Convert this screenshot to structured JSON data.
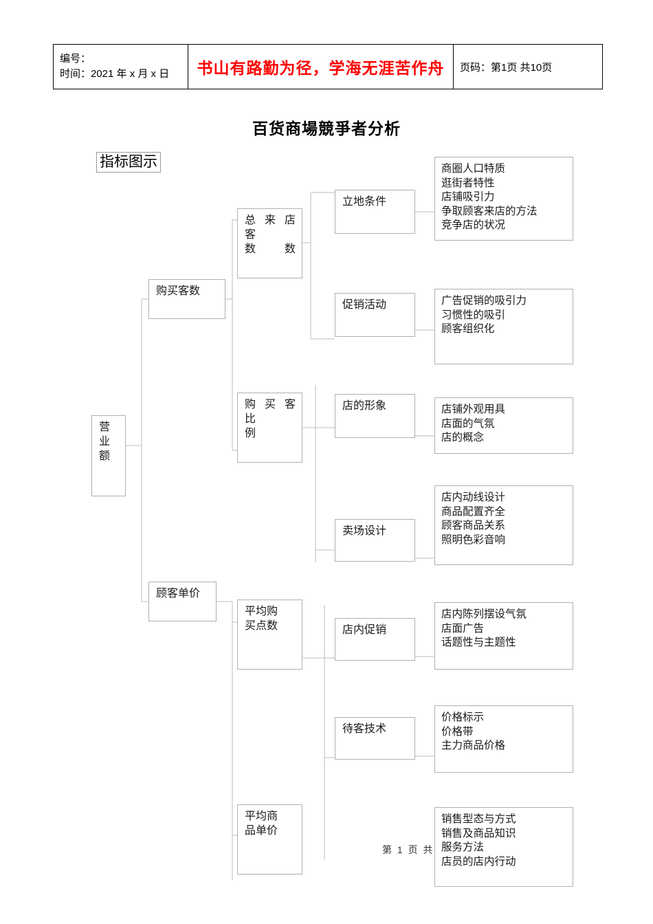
{
  "header": {
    "id_label": "编号：",
    "time_label": "时间：2021 年 x 月 x 日",
    "slogan": "书山有路勤为径，学海无涯苦作舟",
    "page_info": "页码：第1页  共10页"
  },
  "title": "百货商場競爭者分析",
  "section_label": "指标图示",
  "footer": "第 1 页  共",
  "diagram": {
    "root": "营业\n额",
    "level1": [
      {
        "label": "购买客数"
      },
      {
        "label": "顾客单价"
      }
    ],
    "level2": [
      {
        "label": "总 来 店 客\n数数"
      },
      {
        "label": "购 买 客 比\n例"
      },
      {
        "label": "平均购\n买点数"
      },
      {
        "label": "平均商\n品单价"
      }
    ],
    "level3": [
      {
        "label": "立地条件"
      },
      {
        "label": "促销活动"
      },
      {
        "label": "店的形象"
      },
      {
        "label": "卖场设计"
      },
      {
        "label": "店内促销"
      },
      {
        "label": "待客技术"
      }
    ],
    "level4": [
      {
        "items": "商圈人口特质\n逛街者特性\n店铺吸引力\n争取顾客来店的方法\n竞争店的状况"
      },
      {
        "items": "广告促销的吸引力\n习惯性的吸引\n顾客组织化"
      },
      {
        "items": "店铺外观用具\n店面的气氛\n店的概念"
      },
      {
        "items": "店内动线设计\n商品配置齐全\n顾客商品关系\n照明色彩音响"
      },
      {
        "items": "店内陈列摆设气氛\n店面广告\n话题性与主题性"
      },
      {
        "items": "价格标示\n价格带\n主力商品价格"
      },
      {
        "items": "销售型态与方式\n销售及商品知识\n服务方法\n店员的店内行动"
      }
    ]
  },
  "colors": {
    "slogan": "#ff0000",
    "box_border": "#b0b0b0",
    "table_border": "#000000",
    "connector": "#bdbdbd"
  }
}
